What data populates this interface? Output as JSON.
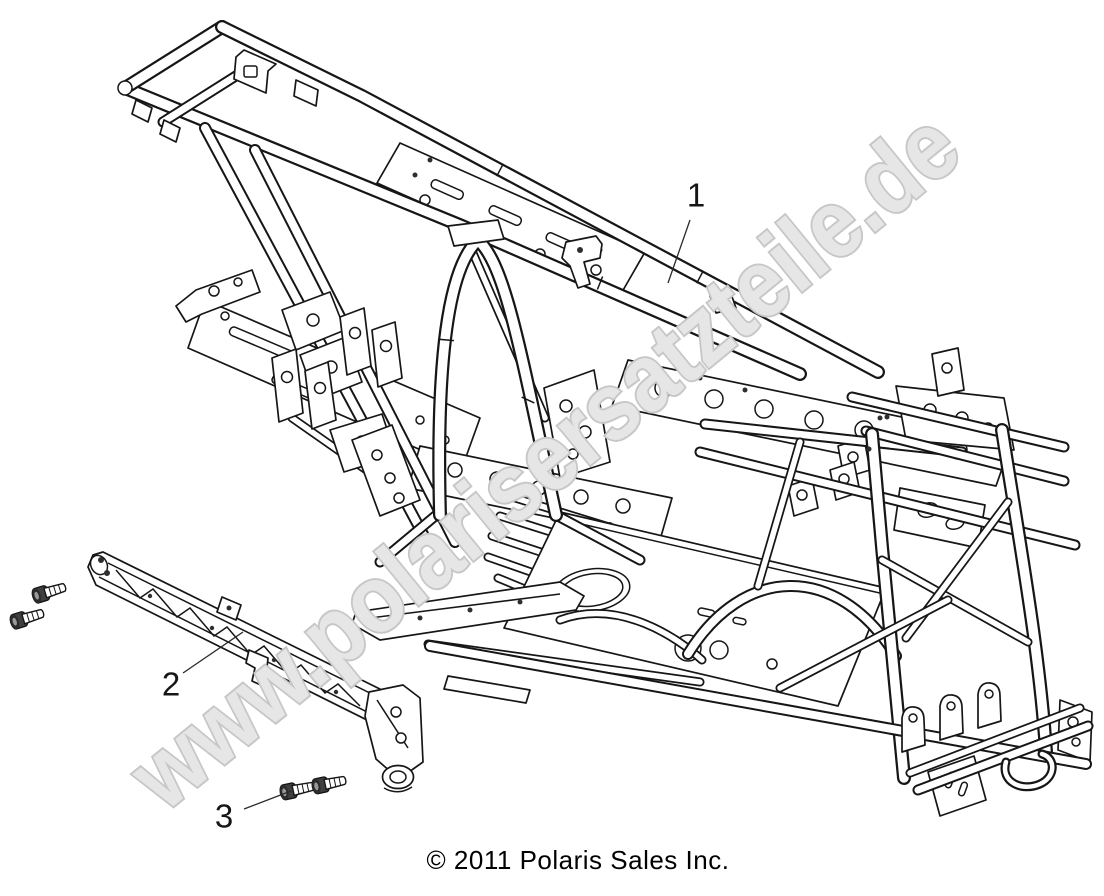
{
  "page": {
    "background": "#ffffff",
    "line_color": "#161616"
  },
  "diagram": {
    "alt": "Exploded parts line drawing of a main frame assembly with a separate side rail and mounting bolts",
    "callouts": [
      {
        "label": "1"
      },
      {
        "label": "2"
      },
      {
        "label": "3"
      }
    ],
    "watermark": {
      "text": "www.polarisersatzteile.de",
      "fill": "#e6e6e6",
      "outline": "#c7c7c7"
    },
    "footer": {
      "copyright": "© 2011 Polaris Sales Inc."
    }
  }
}
